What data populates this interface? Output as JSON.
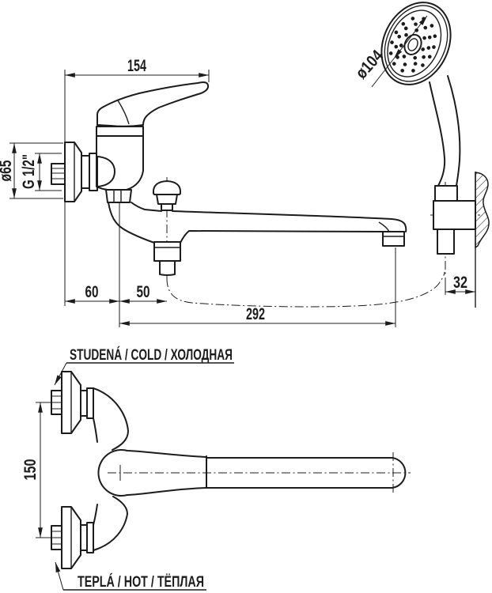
{
  "upper_view": {
    "dims": {
      "body_projection": "154",
      "flange_diameter": "ø65",
      "connection_thread": "G 1/2\"",
      "shower_head_diameter": "ø104",
      "wall_to_body_axis": "60",
      "body_axis_to_diverter": "50",
      "body_axis_to_spout_outlet": "292",
      "hose_holder_offset": "32"
    }
  },
  "lower_view": {
    "dims": {
      "inlet_centers_distance": "150"
    },
    "labels": {
      "cold": "STUDENÁ / COLD / ХОЛОДНАЯ",
      "hot": "TEPLÁ / HOT / ТЁПЛАЯ"
    }
  },
  "colors": {
    "ink": "#1c1c1c",
    "paper": "#ffffff"
  }
}
